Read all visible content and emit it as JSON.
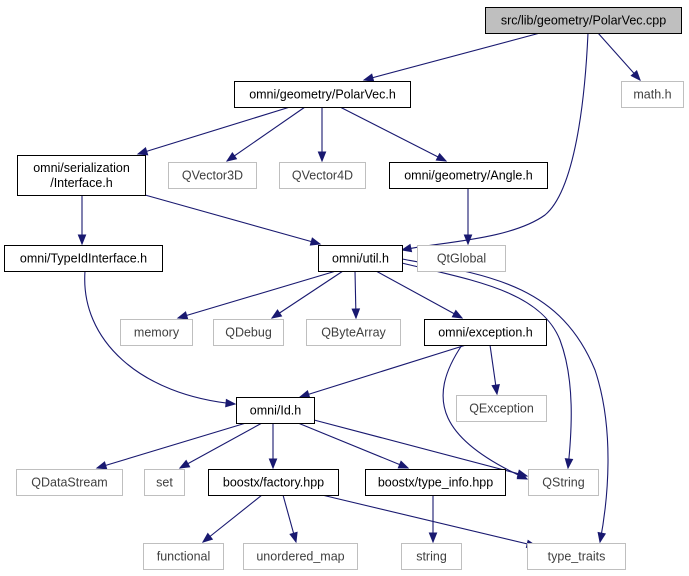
{
  "diagram": {
    "type": "include-dependency-graph",
    "colors": {
      "edge": "#191970",
      "root_fill": "#bfbfbf",
      "internal_border": "#000000",
      "external_border": "#bfbfbf",
      "external_text": "#404040",
      "internal_text": "#000000"
    },
    "nodes": [
      {
        "id": "polarvec_cpp",
        "lines": [
          "src/lib/geometry/PolarVec.cpp"
        ],
        "kind": "root"
      },
      {
        "id": "polarvec_h",
        "lines": [
          "omni/geometry/PolarVec.h"
        ],
        "kind": "internal"
      },
      {
        "id": "math_h",
        "lines": [
          "math.h"
        ],
        "kind": "external"
      },
      {
        "id": "interface_h",
        "lines": [
          "omni/serialization",
          "/Interface.h"
        ],
        "kind": "internal"
      },
      {
        "id": "qvector3d",
        "lines": [
          "QVector3D"
        ],
        "kind": "external"
      },
      {
        "id": "qvector4d",
        "lines": [
          "QVector4D"
        ],
        "kind": "external"
      },
      {
        "id": "angle_h",
        "lines": [
          "omni/geometry/Angle.h"
        ],
        "kind": "internal"
      },
      {
        "id": "typeidinterface_h",
        "lines": [
          "omni/TypeIdInterface.h"
        ],
        "kind": "internal"
      },
      {
        "id": "util_h",
        "lines": [
          "omni/util.h"
        ],
        "kind": "internal"
      },
      {
        "id": "qtglobal",
        "lines": [
          "QtGlobal"
        ],
        "kind": "external"
      },
      {
        "id": "memory",
        "lines": [
          "memory"
        ],
        "kind": "external"
      },
      {
        "id": "qdebug",
        "lines": [
          "QDebug"
        ],
        "kind": "external"
      },
      {
        "id": "qbytearray",
        "lines": [
          "QByteArray"
        ],
        "kind": "external"
      },
      {
        "id": "exception_h",
        "lines": [
          "omni/exception.h"
        ],
        "kind": "internal"
      },
      {
        "id": "id_h",
        "lines": [
          "omni/Id.h"
        ],
        "kind": "internal"
      },
      {
        "id": "qexception",
        "lines": [
          "QException"
        ],
        "kind": "external"
      },
      {
        "id": "qdatastream",
        "lines": [
          "QDataStream"
        ],
        "kind": "external"
      },
      {
        "id": "set",
        "lines": [
          "set"
        ],
        "kind": "external"
      },
      {
        "id": "factory_hpp",
        "lines": [
          "boostx/factory.hpp"
        ],
        "kind": "internal"
      },
      {
        "id": "type_info_hpp",
        "lines": [
          "boostx/type_info.hpp"
        ],
        "kind": "internal"
      },
      {
        "id": "qstring",
        "lines": [
          "QString"
        ],
        "kind": "external"
      },
      {
        "id": "functional",
        "lines": [
          "functional"
        ],
        "kind": "external"
      },
      {
        "id": "unordered_map",
        "lines": [
          "unordered_map"
        ],
        "kind": "external"
      },
      {
        "id": "string",
        "lines": [
          "string"
        ],
        "kind": "external"
      },
      {
        "id": "type_traits",
        "lines": [
          "type_traits"
        ],
        "kind": "external"
      }
    ],
    "edges": [
      {
        "from": "polarvec_cpp",
        "to": "polarvec_h"
      },
      {
        "from": "polarvec_cpp",
        "to": "math_h"
      },
      {
        "from": "polarvec_cpp",
        "to": "util_h"
      },
      {
        "from": "polarvec_h",
        "to": "interface_h"
      },
      {
        "from": "polarvec_h",
        "to": "qvector3d"
      },
      {
        "from": "polarvec_h",
        "to": "qvector4d"
      },
      {
        "from": "polarvec_h",
        "to": "angle_h"
      },
      {
        "from": "interface_h",
        "to": "typeidinterface_h"
      },
      {
        "from": "interface_h",
        "to": "util_h"
      },
      {
        "from": "angle_h",
        "to": "qtglobal"
      },
      {
        "from": "typeidinterface_h",
        "to": "id_h"
      },
      {
        "from": "util_h",
        "to": "memory"
      },
      {
        "from": "util_h",
        "to": "qdebug"
      },
      {
        "from": "util_h",
        "to": "qbytearray"
      },
      {
        "from": "util_h",
        "to": "exception_h"
      },
      {
        "from": "util_h",
        "to": "qstring"
      },
      {
        "from": "util_h",
        "to": "type_traits"
      },
      {
        "from": "exception_h",
        "to": "id_h"
      },
      {
        "from": "exception_h",
        "to": "qexception"
      },
      {
        "from": "exception_h",
        "to": "qstring"
      },
      {
        "from": "id_h",
        "to": "qdatastream"
      },
      {
        "from": "id_h",
        "to": "set"
      },
      {
        "from": "id_h",
        "to": "factory_hpp"
      },
      {
        "from": "id_h",
        "to": "type_info_hpp"
      },
      {
        "from": "id_h",
        "to": "qstring"
      },
      {
        "from": "factory_hpp",
        "to": "functional"
      },
      {
        "from": "factory_hpp",
        "to": "unordered_map"
      },
      {
        "from": "factory_hpp",
        "to": "type_traits"
      },
      {
        "from": "type_info_hpp",
        "to": "string"
      }
    ]
  }
}
